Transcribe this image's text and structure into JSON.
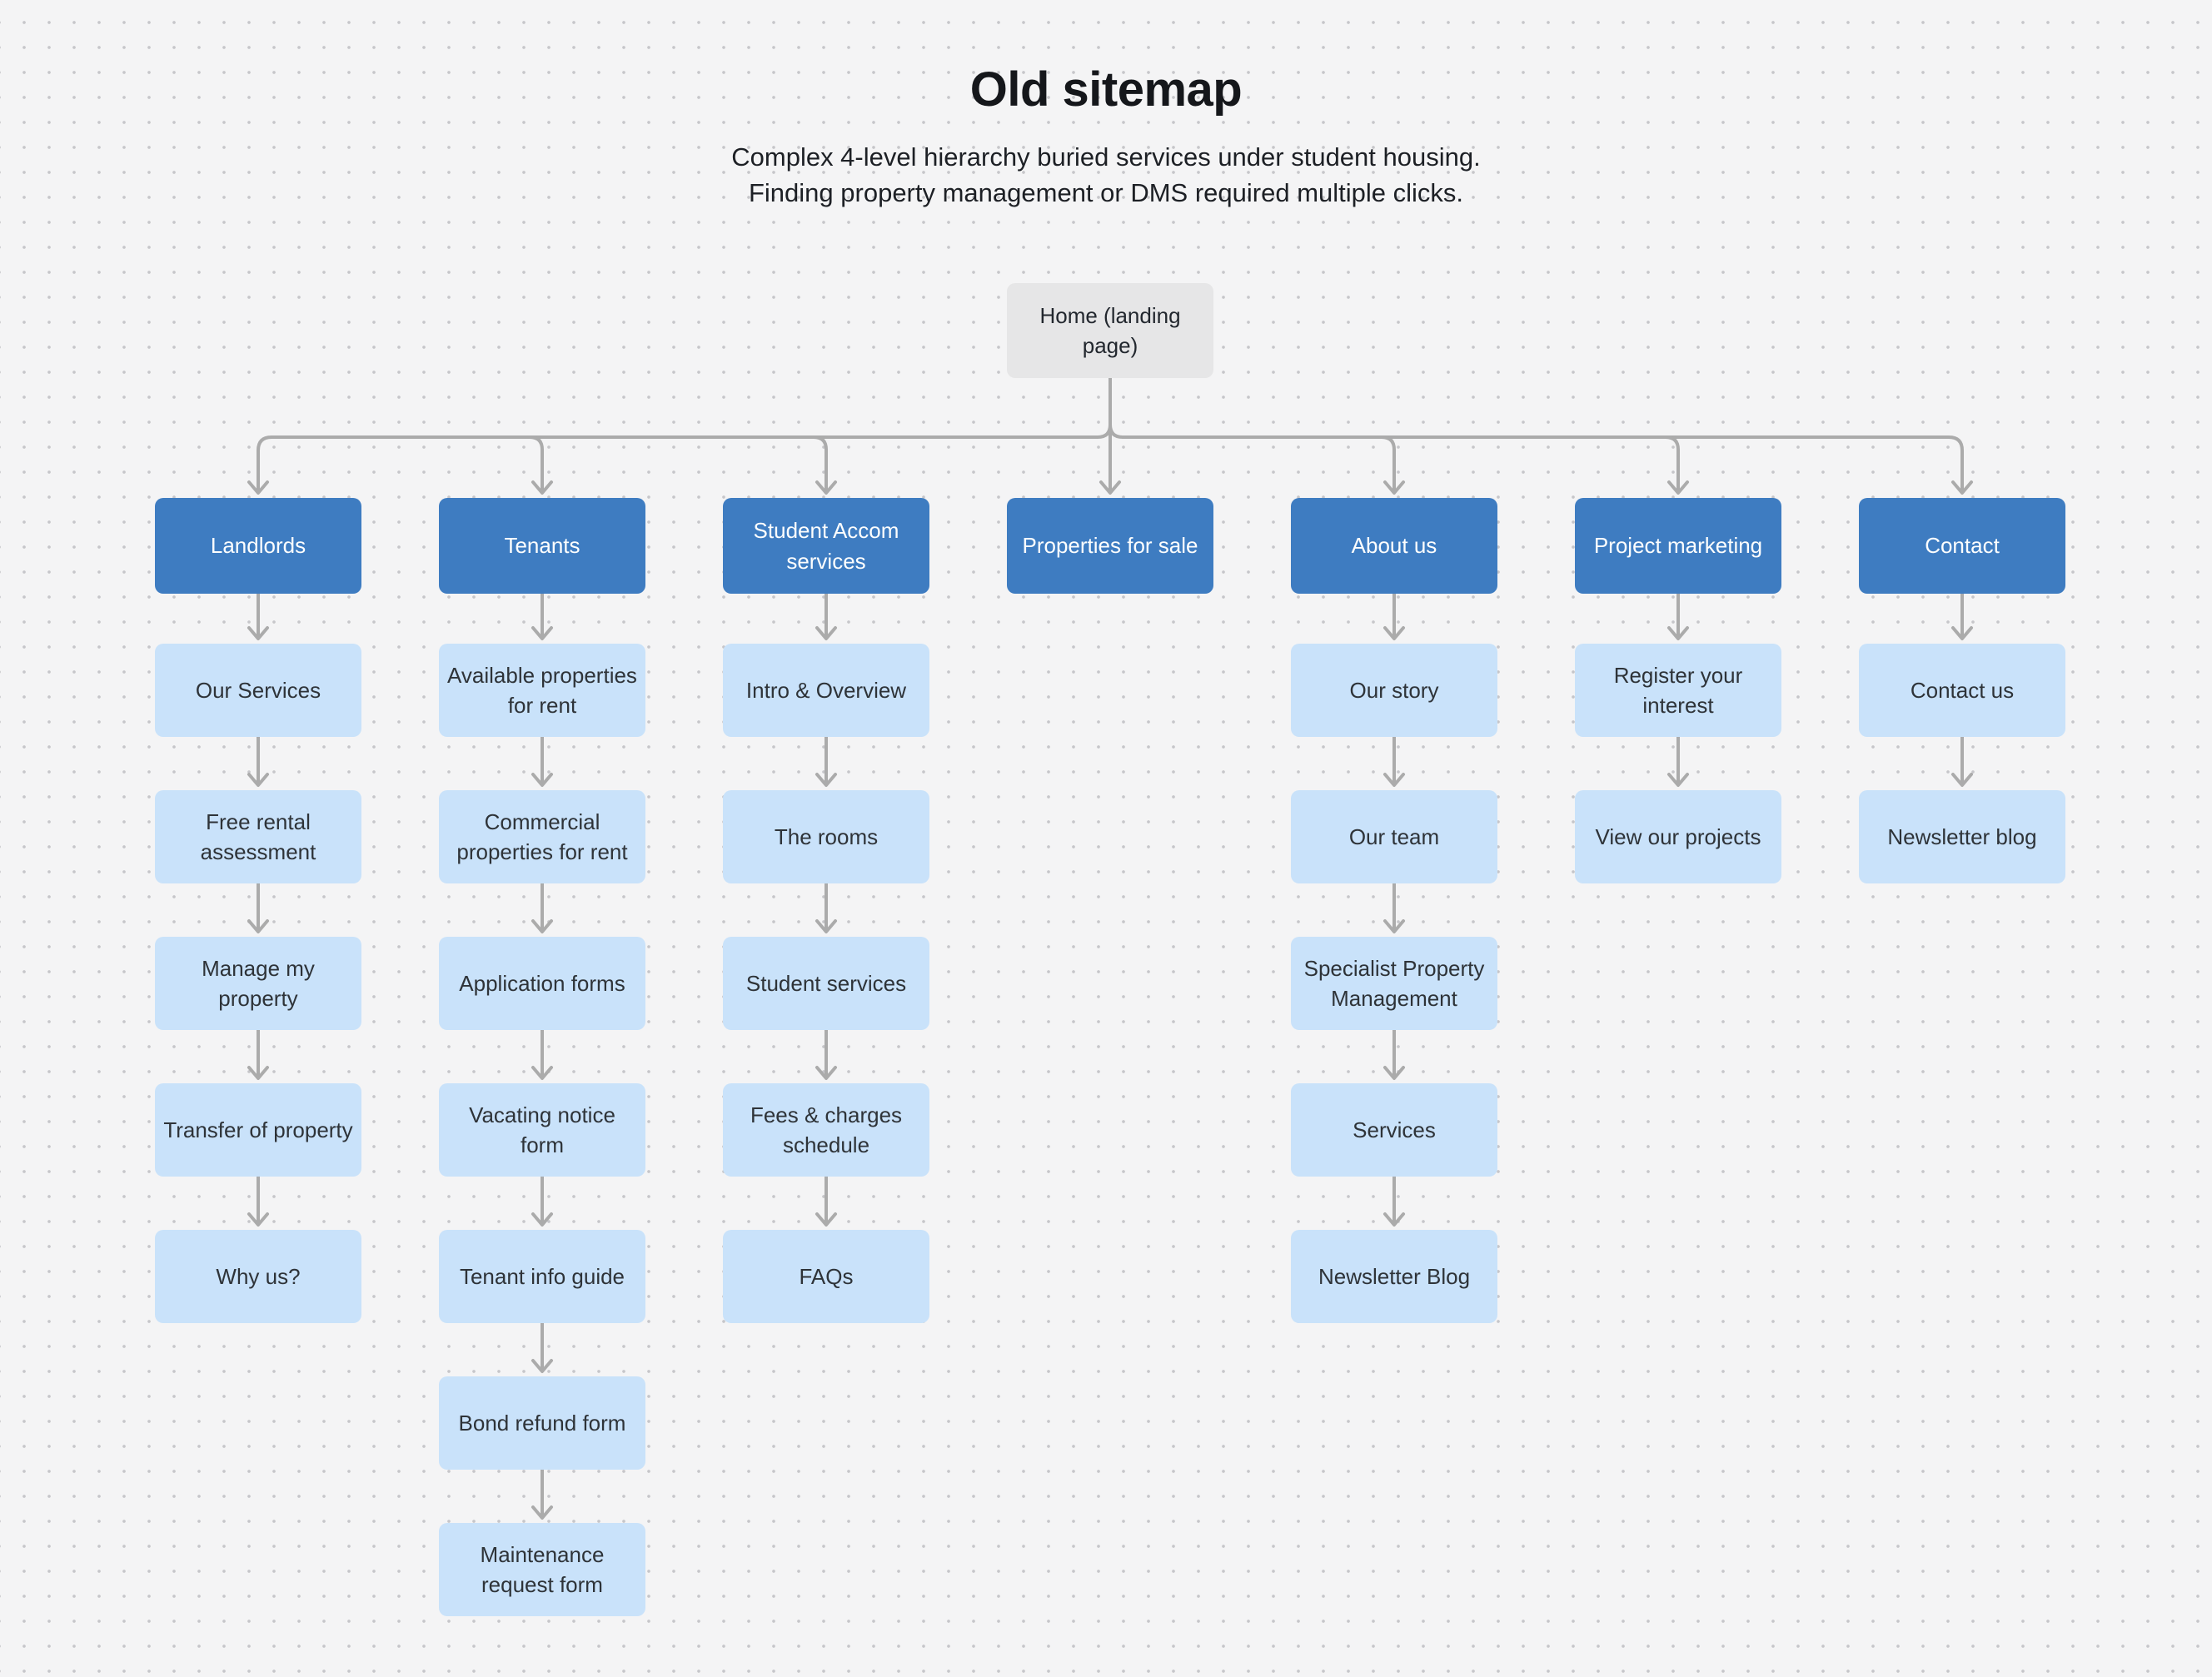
{
  "header": {
    "title": "Old sitemap",
    "subtitle_line1": "Complex 4-level hierarchy buried services under student housing.",
    "subtitle_line2": "Finding property management or DMS required multiple clicks."
  },
  "sitemap": {
    "root": {
      "label": "Home (landing page)"
    },
    "columns": [
      {
        "label": "Landlords",
        "children": [
          "Our Services",
          "Free rental assessment",
          "Manage my property",
          "Transfer of property",
          "Why us?"
        ]
      },
      {
        "label": "Tenants",
        "children": [
          "Available properties for rent",
          "Commercial properties for rent",
          "Application forms",
          "Vacating notice form",
          "Tenant info guide",
          "Bond refund form",
          "Maintenance request form"
        ]
      },
      {
        "label": "Student Accom services",
        "children": [
          "Intro & Overview",
          "The rooms",
          "Student services",
          "Fees & charges schedule",
          "FAQs"
        ]
      },
      {
        "label": "Properties for sale",
        "children": []
      },
      {
        "label": "About us",
        "children": [
          "Our story",
          "Our team",
          "Specialist Property Management",
          "Services",
          "Newsletter Blog"
        ]
      },
      {
        "label": "Project marketing",
        "children": [
          "Register your interest",
          "View our projects"
        ]
      },
      {
        "label": "Contact",
        "children": [
          "Contact us",
          "Newsletter blog"
        ]
      }
    ]
  },
  "colors": {
    "background": "#f4f4f5",
    "dot": "#c6c6ca",
    "root_fill": "#e6e6e7",
    "root_text": "#22272e",
    "branch_fill": "#3e7cc1",
    "branch_text": "#fdfefe",
    "leaf_fill": "#c9e2fa",
    "leaf_text": "#2e3338",
    "arrow": "#ababab",
    "title_text": "#15171b",
    "subtitle_text": "#1d2025"
  }
}
